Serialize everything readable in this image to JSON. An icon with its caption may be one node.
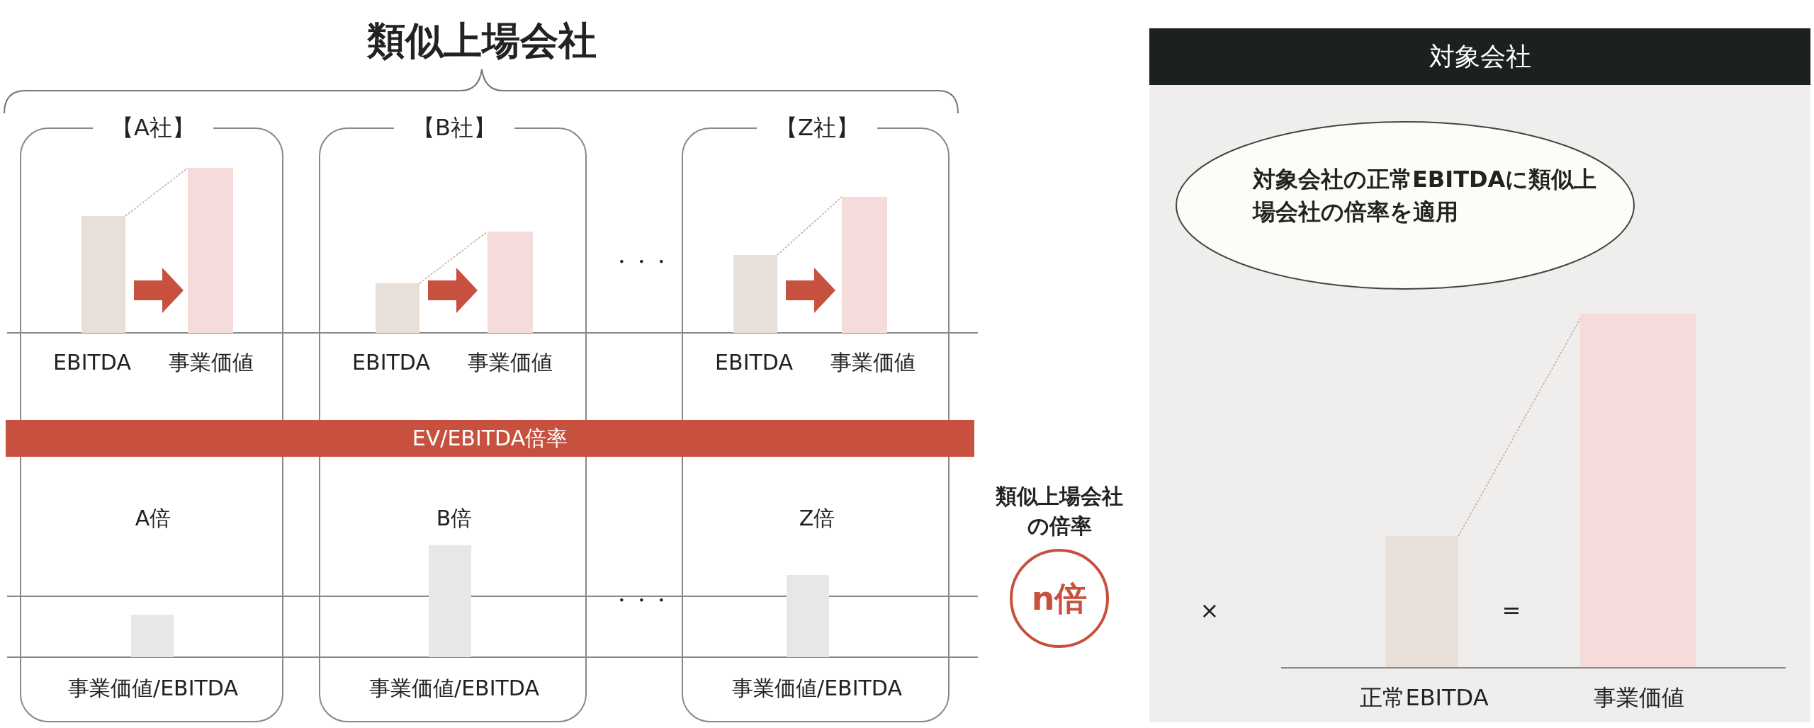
{
  "diagram": {
    "title": "類似上場会社",
    "nodes": [
      {
        "text": [
          "【A社】",
          "EBITDA",
          "事業価値",
          "A倍",
          "事業価値/EBITDA"
        ]
      },
      {
        "text": [
          "【B社】",
          "EBITDA",
          "事業価値",
          "B倍",
          "事業価値/EBITDA"
        ]
      },
      {
        "text": [
          "【Z社】",
          "EBITDA",
          "事業価値",
          "Z倍",
          "事業価値/EBITDA"
        ]
      },
      {
        "text": [
          "EV/EBITDA倍率"
        ]
      },
      {
        "text": [
          "n倍"
        ],
        "beside": [
          "類似上場会社の倍率"
        ]
      },
      {
        "text": [
          "対象会社",
          "×",
          "=",
          "正常EBITDA",
          "事業価値"
        ]
      },
      {
        "text": [
          "対象会社の正常EBITDAに類似上場会社の倍率を適用"
        ],
        "in": 5
      }
    ],
    "labels": [
      "・・・",
      "・・・"
    ]
  }
}
